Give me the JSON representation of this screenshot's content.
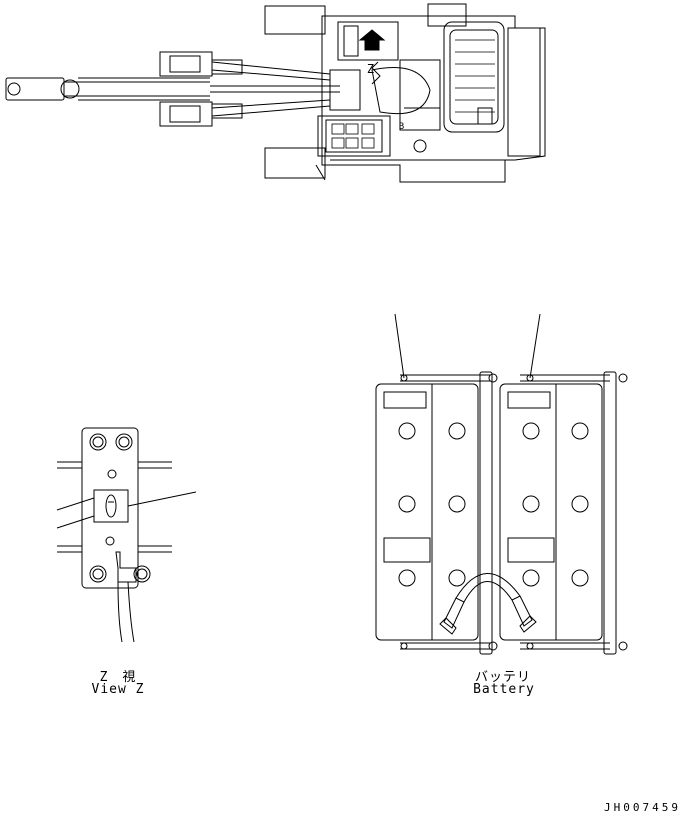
{
  "labels": {
    "view_z_jp": "Z　視",
    "view_z_en": "View Z",
    "battery_jp": "バッテリ",
    "battery_en": "Battery",
    "top_view_z_marker": "Z",
    "top_view_b_marker": "B",
    "drawing_code": "JH007459"
  },
  "colors": {
    "line": "#000000",
    "background": "#ffffff"
  }
}
